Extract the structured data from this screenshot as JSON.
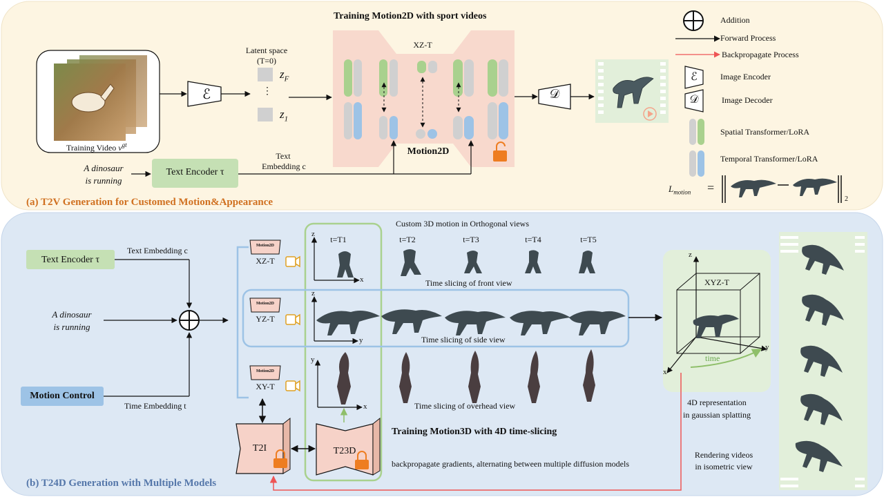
{
  "panel_a": {
    "title": "Training Motion2D with sport videos",
    "caption": "(a) T2V Generation for Customed Motion&Appearance",
    "training_video": "Training Video",
    "training_video_symbol": "v",
    "training_video_sup": "gt",
    "encoder_symbol": "ℰ",
    "decoder_symbol": "𝒟",
    "latent_title": "Latent space",
    "latent_sub": "(T=0)",
    "z_top": "z",
    "z_top_sub": "F",
    "z_bottom": "z",
    "z_bottom_sub": "1",
    "dots": "⋮",
    "xz_label": "XZ-T",
    "model_label": "Motion2D",
    "text_embedding_1": "Text",
    "text_embedding_2": "Embedding c",
    "prompt_1": "A dinosaur",
    "prompt_2": "is running",
    "text_encoder": "Text Encoder τ"
  },
  "legend": {
    "addition": "Addition",
    "forward": "Forward Process",
    "backprop": "Backpropagate Process",
    "image_encoder": "Image Encoder",
    "image_decoder": "Image Decoder",
    "spatial": "Spatial Transformer/LoRA",
    "temporal": "Temporal Transformer/LoRA",
    "loss_symbol": "L",
    "loss_sub": "motion",
    "equals": "=",
    "norm_sub": "2"
  },
  "panel_b": {
    "caption": "(b) T24D Generation with Multiple Models",
    "custom_title": "Custom 3D motion in Orthogonal views",
    "time_labels": [
      "t=T1",
      "t=T2",
      "t=T3",
      "t=T4",
      "t=T5"
    ],
    "front_caption": "Time slicing of front view",
    "side_caption": "Time slicing of side view",
    "overhead_caption": "Time slicing of overhead view",
    "text_encoder": "Text Encoder τ",
    "text_embedding": "Text Embedding c",
    "prompt_1": "A dinosaur",
    "prompt_2": "is running",
    "motion_control": "Motion Control",
    "time_embedding": "Time Embedding t",
    "motion2d_tag": "Motion2D",
    "views": [
      "XZ-T",
      "YZ-T",
      "XY-T"
    ],
    "axes": {
      "z": "z",
      "x": "x",
      "y": "y"
    },
    "t2i": "T2I",
    "t23d": "T23D",
    "training_title": "Training Motion3D with 4D time-slicing",
    "backprop_text": "backpropagate gradients, alternating between multiple diffusion models",
    "xyz_label": "XYZ-T",
    "time_label": "time",
    "representation_1": "4D representation",
    "representation_2": "in gaussian splatting",
    "rendering_1": "Rendering videos",
    "rendering_2": "in isometric view"
  },
  "colors": {
    "panel_a_bg": "#fdf5e2",
    "panel_b_bg": "#dde8f4",
    "caption": "#d07020",
    "caption_b": "#5577aa",
    "unet": "#f6d2c8",
    "green_bar": "#a9d18e",
    "blue_bar": "#9dc3e6",
    "gray_bar": "#d0d0d0",
    "text_encoder_bg": "#c5e0b4",
    "motion_control_bg": "#9dc3e6",
    "backprop_line": "#ee5555",
    "ortho_box": "#a9d18e",
    "side_box": "#9dc3e6",
    "render_bg": "#e2efda",
    "lock": "#ee7d21"
  }
}
